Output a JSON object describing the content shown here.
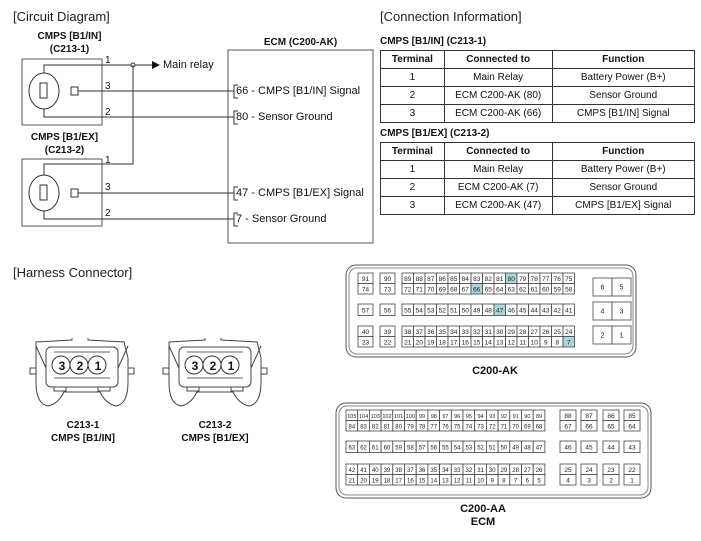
{
  "sections": {
    "circuit_diagram": "[Circuit Diagram]",
    "connection_information": "[Connection Information]",
    "harness_connector": "[Harness Connector]"
  },
  "circuit": {
    "sensor1": {
      "name": "CMPS [B1/IN]",
      "connector": "(C213-1)"
    },
    "sensor2": {
      "name": "CMPS [B1/EX]",
      "connector": "(C213-2)"
    },
    "ecm_title": "ECM (C200-AK)",
    "main_relay": "Main relay",
    "pins": {
      "p1": "1",
      "p2": "2",
      "p3": "3"
    },
    "ecm_pins": [
      "66 - CMPS [B1/IN] Signal",
      "80 - Sensor Ground",
      "47 - CMPS [B1/EX] Signal",
      "7 - Sensor Ground"
    ]
  },
  "tables": [
    {
      "title": "CMPS [B1/IN] (C213-1)",
      "headers": [
        "Terminal",
        "Connected to",
        "Function"
      ],
      "rows": [
        [
          "1",
          "Main Relay",
          "Battery Power (B+)"
        ],
        [
          "2",
          "ECM C200-AK (80)",
          "Sensor Ground"
        ],
        [
          "3",
          "ECM C200-AK (66)",
          "CMPS [B1/IN] Signal"
        ]
      ]
    },
    {
      "title": "CMPS [B1/EX] (C213-2)",
      "headers": [
        "Terminal",
        "Connected to",
        "Function"
      ],
      "rows": [
        [
          "1",
          "Main Relay",
          "Battery Power (B+)"
        ],
        [
          "2",
          "ECM C200-AK (7)",
          "Sensor Ground"
        ],
        [
          "3",
          "ECM C200-AK (47)",
          "CMPS [B1/EX] Signal"
        ]
      ]
    }
  ],
  "harness": {
    "c1": {
      "code": "C213-1",
      "name": "CMPS [B1/IN]",
      "pins": [
        "3",
        "2",
        "1"
      ]
    },
    "c2": {
      "code": "C213-2",
      "name": "CMPS [B1/EX]",
      "pins": [
        "3",
        "2",
        "1"
      ]
    }
  },
  "ecm_ak": {
    "label": "C200-AK",
    "highlight_color": "#a9d6dc",
    "highlighted": [
      "80",
      "66",
      "47",
      "7"
    ],
    "singles_row1": [
      [
        "91",
        "74"
      ],
      [
        "90",
        "73"
      ]
    ],
    "main_row1_top": [
      "89",
      "88",
      "87",
      "86",
      "85",
      "84",
      "83",
      "82",
      "81",
      "80",
      "79",
      "78",
      "77",
      "76",
      "75"
    ],
    "main_row1_bot": [
      "72",
      "71",
      "70",
      "69",
      "68",
      "67",
      "66",
      "65",
      "64",
      "63",
      "62",
      "61",
      "60",
      "59",
      "58"
    ],
    "singles_row2": [
      "57",
      "56"
    ],
    "main_row2": [
      "55",
      "54",
      "53",
      "52",
      "51",
      "50",
      "49",
      "48",
      "47",
      "46",
      "45",
      "44",
      "43",
      "42",
      "41"
    ],
    "singles_row3": [
      [
        "40",
        "23"
      ],
      [
        "39",
        "22"
      ]
    ],
    "main_row3_top": [
      "38",
      "37",
      "36",
      "35",
      "34",
      "33",
      "32",
      "31",
      "30",
      "29",
      "28",
      "27",
      "26",
      "25",
      "24"
    ],
    "main_row3_bot": [
      "21",
      "20",
      "19",
      "18",
      "17",
      "16",
      "15",
      "14",
      "13",
      "12",
      "11",
      "10",
      "9",
      "8",
      "7"
    ],
    "power": [
      [
        "6",
        "5"
      ],
      [
        "4",
        "3"
      ],
      [
        "2",
        "1"
      ]
    ]
  },
  "ecm_aa": {
    "label": "C200-AA",
    "sublabel": "ECM",
    "main_row1_top": [
      "105",
      "104",
      "103",
      "102",
      "101",
      "100",
      "99",
      "98",
      "97",
      "96",
      "95",
      "94",
      "93",
      "92",
      "91",
      "90",
      "89"
    ],
    "main_row1_bot": [
      "84",
      "83",
      "82",
      "81",
      "80",
      "79",
      "78",
      "77",
      "76",
      "75",
      "74",
      "73",
      "72",
      "71",
      "70",
      "69",
      "68"
    ],
    "main_row2": [
      "63",
      "62",
      "61",
      "60",
      "59",
      "58",
      "57",
      "56",
      "55",
      "54",
      "53",
      "52",
      "51",
      "50",
      "49",
      "48",
      "47"
    ],
    "main_row3_top": [
      "42",
      "41",
      "40",
      "39",
      "38",
      "37",
      "36",
      "35",
      "34",
      "33",
      "32",
      "31",
      "30",
      "29",
      "28",
      "27",
      "26"
    ],
    "main_row3_bot": [
      "21",
      "20",
      "19",
      "18",
      "17",
      "16",
      "15",
      "14",
      "13",
      "12",
      "11",
      "10",
      "9",
      "8",
      "7",
      "6",
      "5"
    ],
    "side_row1": [
      [
        "88",
        "67"
      ],
      [
        "87",
        "66"
      ],
      [
        "86",
        "65"
      ],
      [
        "85",
        "64"
      ]
    ],
    "side_row2": [
      "46",
      "45",
      "44",
      "43"
    ],
    "side_row3": [
      [
        "25",
        "4"
      ],
      [
        "24",
        "3"
      ],
      [
        "23",
        "2"
      ],
      [
        "22",
        "1"
      ]
    ]
  }
}
